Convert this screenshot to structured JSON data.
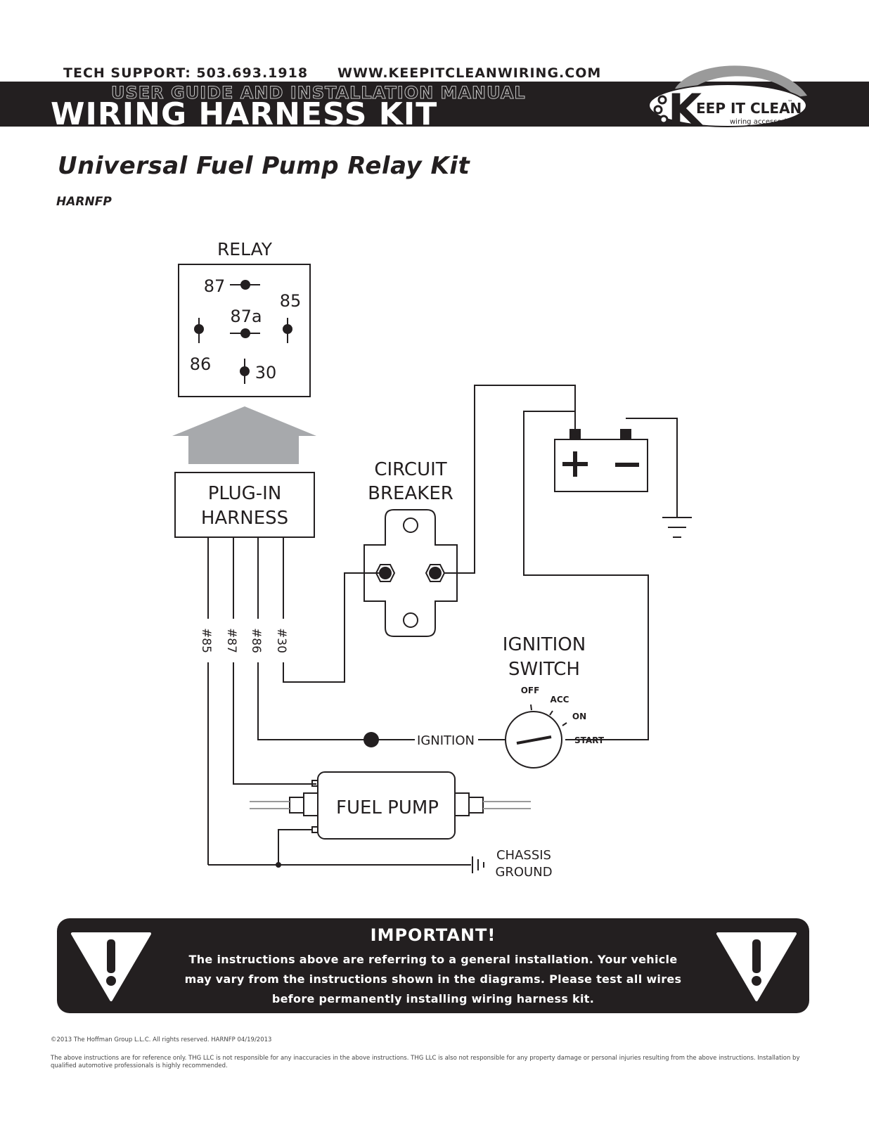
{
  "header": {
    "tech_support": "TECH SUPPORT: 503.693.1918",
    "website": "WWW.KEEPITCLEANWIRING.COM",
    "subtitle": "USER GUIDE AND INSTALLATION MANUAL",
    "title": "WIRING HARNESS KIT",
    "logo_text": "EEP IT CLEAN",
    "logo_tm": "™",
    "logo_sub": "wiring accessories"
  },
  "document": {
    "title": "Universal Fuel Pump Relay Kit",
    "part_number": "HARNFP"
  },
  "diagram": {
    "relay_title": "RELAY",
    "relay_pins": [
      "87",
      "87a",
      "85",
      "86",
      "30"
    ],
    "plug_in_harness": [
      "PLUG-IN",
      "HARNESS"
    ],
    "wire_labels": [
      "#85",
      "#87",
      "#86",
      "#30"
    ],
    "circuit_breaker": [
      "CIRCUIT",
      "BREAKER"
    ],
    "battery_plus": "+",
    "battery_minus": "−",
    "ignition_switch": [
      "IGNITION",
      "SWITCH"
    ],
    "switch_positions": [
      "OFF",
      "ACC",
      "ON",
      "START"
    ],
    "ignition_label": "IGNITION",
    "fuel_pump": "FUEL PUMP",
    "chassis_ground": [
      "CHASSIS",
      "GROUND"
    ]
  },
  "important": {
    "title": "IMPORTANT!",
    "lines": [
      "The instructions above are referring to a general installation. Your vehicle",
      "may vary from the instructions shown in the diagrams. Please test all wires",
      "before permanently installing wiring harness kit."
    ]
  },
  "footer": {
    "copyright": "©2013 The Hoffman Group L.L.C. All rights reserved.     HARNFP 04/19/2013",
    "disclaimer": "The above instructions are for reference only. THG LLC is not responsible for any inaccuracies in the above instructions. THG LLC is also not responsible for any property damage or personal injuries resulting from the above instructions. Installation by qualified automotive professionals is highly recommended."
  }
}
